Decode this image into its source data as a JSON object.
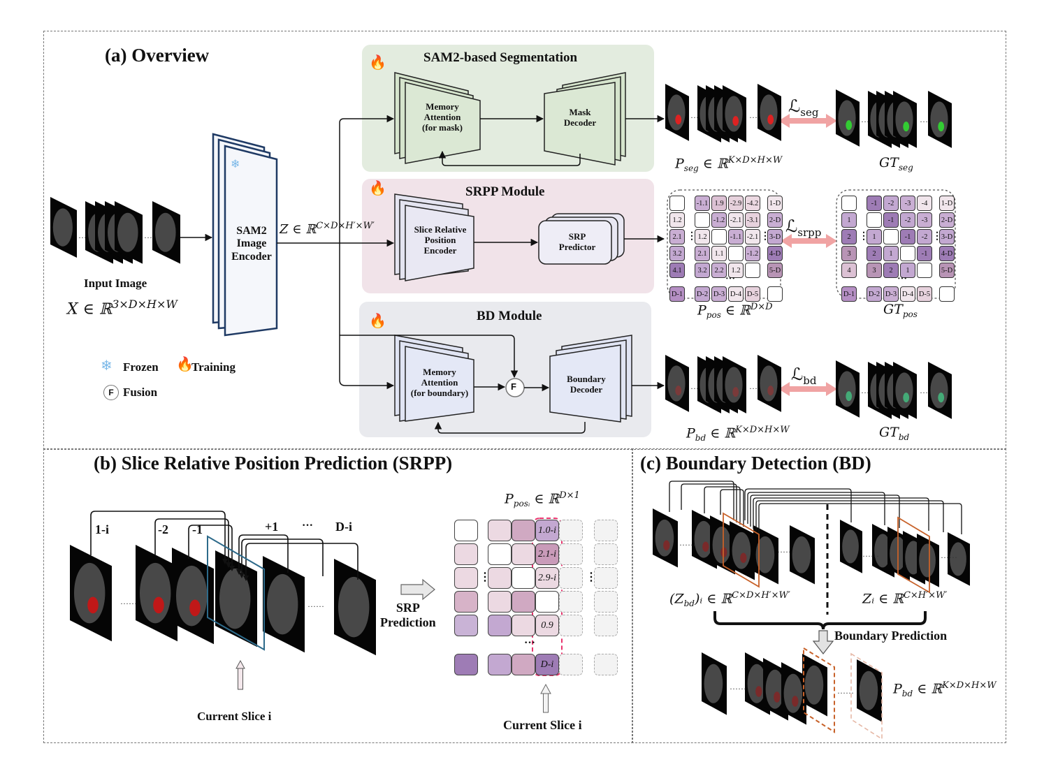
{
  "overview": {
    "title": "(a) Overview",
    "input_label": "Input Image",
    "input_math": "X ∈ ℝ",
    "input_math_sup": "3×D×H×W",
    "encoder_label": [
      "SAM2",
      "Image",
      "Encoder"
    ],
    "z_math": "Z ∈ ℝ",
    "z_math_sup": "C×D×H′×W′",
    "legend": {
      "frozen": "Frozen",
      "training": "Training",
      "fusion": "Fusion",
      "fusion_symbol": "F"
    },
    "seg_module": {
      "title": "SAM2-based Segmentation",
      "memory_attention": [
        "Memory",
        "Attention",
        "(for mask)"
      ],
      "decoder": [
        "Mask",
        "Decoder"
      ],
      "bg_color": "#e3ecdf",
      "block_color": "#dbe8d4"
    },
    "srpp_module": {
      "title": "SRPP Module",
      "encoder": [
        "Slice Relative",
        "Position",
        "Encoder"
      ],
      "predictor": [
        "SRP",
        "Predictor"
      ],
      "bg_color": "#f1e3e9",
      "block_color": "#e6e6f2"
    },
    "bd_module": {
      "title": "BD Module",
      "memory_attention": [
        "Memory",
        "Attention",
        "(for boundary)"
      ],
      "decoder": [
        "Boundary",
        "Decoder"
      ],
      "bg_color": "#e9eaee",
      "block_color": "#e4e8f6"
    },
    "outputs": {
      "seg_loss": "ℒ",
      "seg_loss_sub": "seg",
      "p_seg": "P",
      "p_seg_sub": "seg",
      "p_seg_sup": "K×D×H×W",
      "gt_seg": "GT",
      "gt_seg_sub": "seg",
      "srpp_loss": "ℒ",
      "srpp_loss_sub": "srpp",
      "p_pos": "P",
      "p_pos_sub": "pos",
      "p_pos_sup": "D×D",
      "gt_pos": "GT",
      "gt_pos_sub": "pos",
      "bd_loss": "ℒ",
      "bd_loss_sub": "bd",
      "p_bd": "P",
      "p_bd_sub": "bd",
      "p_bd_sup": "K×D×H×W",
      "gt_bd": "GT",
      "gt_bd_sub": "bd",
      "loss_arrow_color": "#f0a3a3"
    },
    "p_pos_matrix": {
      "left_col": [
        "",
        "1.2",
        "2.1",
        "3.2",
        "4.1"
      ],
      "grid": [
        [
          "-1.1",
          "1.9",
          "-2.9",
          "-4.2"
        ],
        [
          "",
          "-1.2",
          "-2.1",
          "-3.1"
        ],
        [
          "1.2",
          "",
          "-1.1",
          "-2.1"
        ],
        [
          "2.1",
          "1.1",
          "",
          "-1.2"
        ],
        [
          "3.2",
          "2.2",
          "1.2",
          ""
        ]
      ],
      "right_col": [
        "1-D",
        "2-D",
        "3-D",
        "4-D",
        "5-D"
      ],
      "bottom_left": "D-1",
      "bottom_row": [
        "D-2",
        "D-3",
        "D-4",
        "D-5"
      ],
      "bottom_right": ""
    },
    "gt_pos_matrix": {
      "left_col": [
        "",
        "1",
        "2",
        "3",
        "4"
      ],
      "grid": [
        [
          "-1",
          "-2",
          "-3",
          "-4"
        ],
        [
          "",
          "-1",
          "-2",
          "-3"
        ],
        [
          "1",
          "",
          "-1",
          "-2"
        ],
        [
          "2",
          "1",
          "",
          "-1"
        ],
        [
          "3",
          "2",
          "1",
          ""
        ]
      ],
      "right_col": [
        "1-D",
        "2-D",
        "3-D",
        "4-D",
        "5-D"
      ],
      "bottom_left": "D-1",
      "bottom_row": [
        "D-2",
        "D-3",
        "D-4",
        "D-5"
      ],
      "bottom_right": ""
    }
  },
  "srpp_panel": {
    "title": "(b) Slice Relative Position Prediction (SRPP)",
    "offsets": [
      "1-i",
      "-2",
      "-1",
      "+1",
      "···",
      "D-i"
    ],
    "current_slice": "Current Slice i",
    "srp_prediction": [
      "SRP",
      "Prediction"
    ],
    "p_pos_i": "P",
    "p_pos_i_sub": "posᵢ",
    "p_pos_i_sup": "D×1",
    "highlight_column": [
      "1.0-i",
      "2.1-i",
      "2.9-i",
      "",
      "0.9"
    ],
    "highlight_bottom": "D-i",
    "current_slice_right": "Current Slice i",
    "highlight_color": "#e8336d",
    "current_slice_frame_color": "#2d6a8a"
  },
  "bd_panel": {
    "title": "(c) Boundary Detection (BD)",
    "zbd_math": "(Z",
    "zbd_sub": "bd",
    "zbd_rest": ")ᵢ ∈ ℝ",
    "zbd_sup": "C×D×H′×W′",
    "zi_math": "Zᵢ ∈ ℝ",
    "zi_sup": "C×H′×W′",
    "boundary_prediction": "Boundary Prediction",
    "p_bd": "P",
    "p_bd_sub": "bd",
    "p_bd_sup": "K×D×H×W",
    "highlight_color": "#c8622a"
  }
}
